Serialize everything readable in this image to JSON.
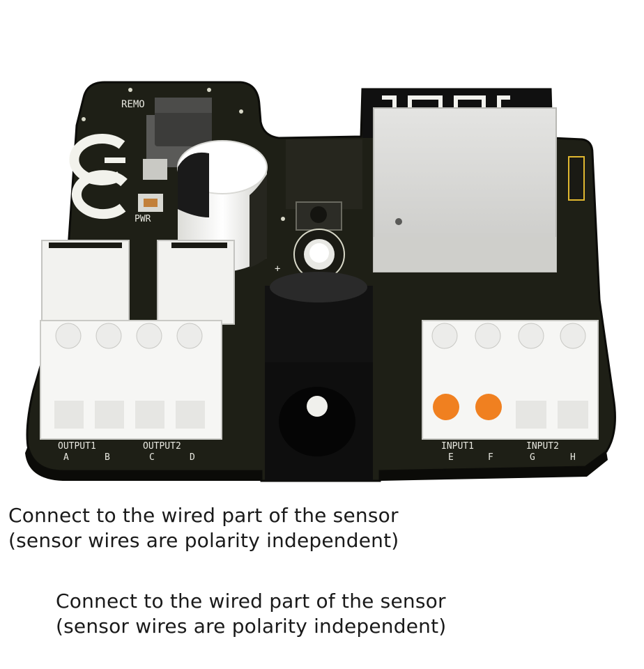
{
  "board": {
    "label_remote": "REMO",
    "label_pwr": "PWR",
    "label_output1": "OUTPUT1",
    "label_output2": "OUTPUT2",
    "label_input1": "INPUT1",
    "label_input2": "INPUT2",
    "pin_a": "A",
    "pin_b": "B",
    "pin_c": "C",
    "pin_d": "D",
    "pin_e": "E",
    "pin_f": "F",
    "pin_g": "G",
    "pin_h": "H",
    "plus": "+"
  },
  "callouts": [
    {
      "line1": "Connect to the wired part of the sensor",
      "line2": "(sensor wires are polarity independent)"
    },
    {
      "line1": "Connect to the wired part of the sensor",
      "line2": "(sensor wires are polarity independent)"
    }
  ],
  "colors": {
    "pcb": "#1e1f16",
    "pcb_edge": "#0d0d0a",
    "terminal": "#f4f4f2",
    "marker": "#f08020",
    "leader": "#e8702a"
  }
}
